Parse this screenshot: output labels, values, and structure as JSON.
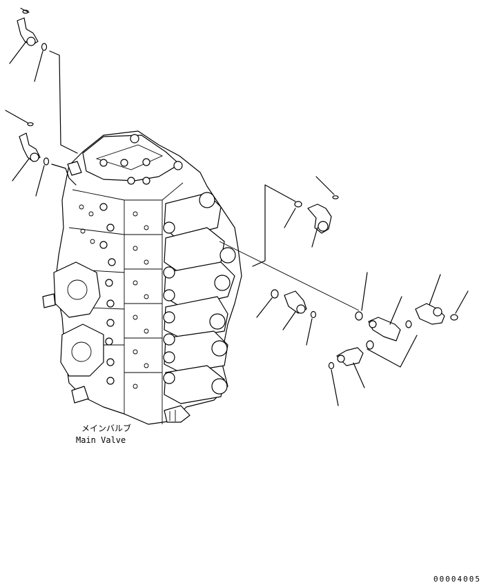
{
  "labels": {
    "main_valve_jp": "メインバルブ",
    "main_valve_en": "Main Valve"
  },
  "document_number": "00004005"
}
